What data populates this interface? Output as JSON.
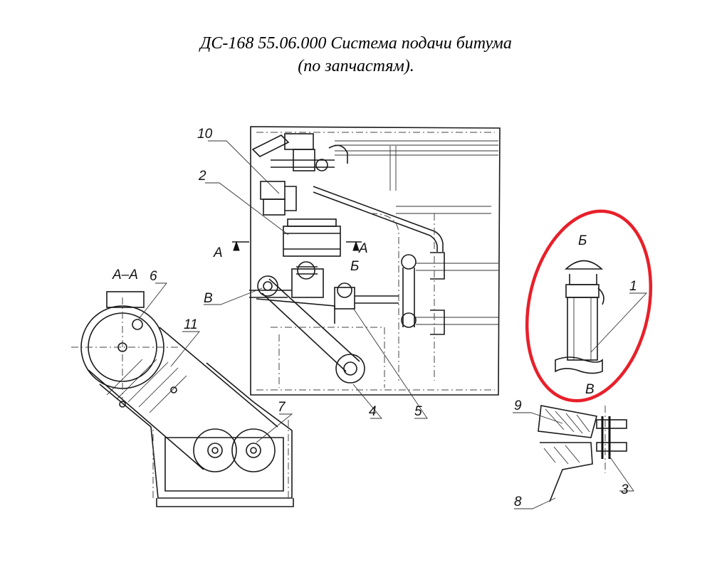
{
  "title": {
    "line1": "ДС-168 55.06.000 Система подачи битума",
    "line2": "(по запчастям)."
  },
  "labels": {
    "section_aa": "А–А",
    "cut_a_left": "А",
    "cut_a_right": "А",
    "cut_b": "Б",
    "view_b": "В",
    "detail_b_top": "Б",
    "detail_b_bottom": "В",
    "callouts": [
      "1",
      "2",
      "3",
      "4",
      "5",
      "6",
      "7",
      "8",
      "9",
      "10",
      "11"
    ]
  },
  "highlight": {
    "color": "#e8202a"
  }
}
